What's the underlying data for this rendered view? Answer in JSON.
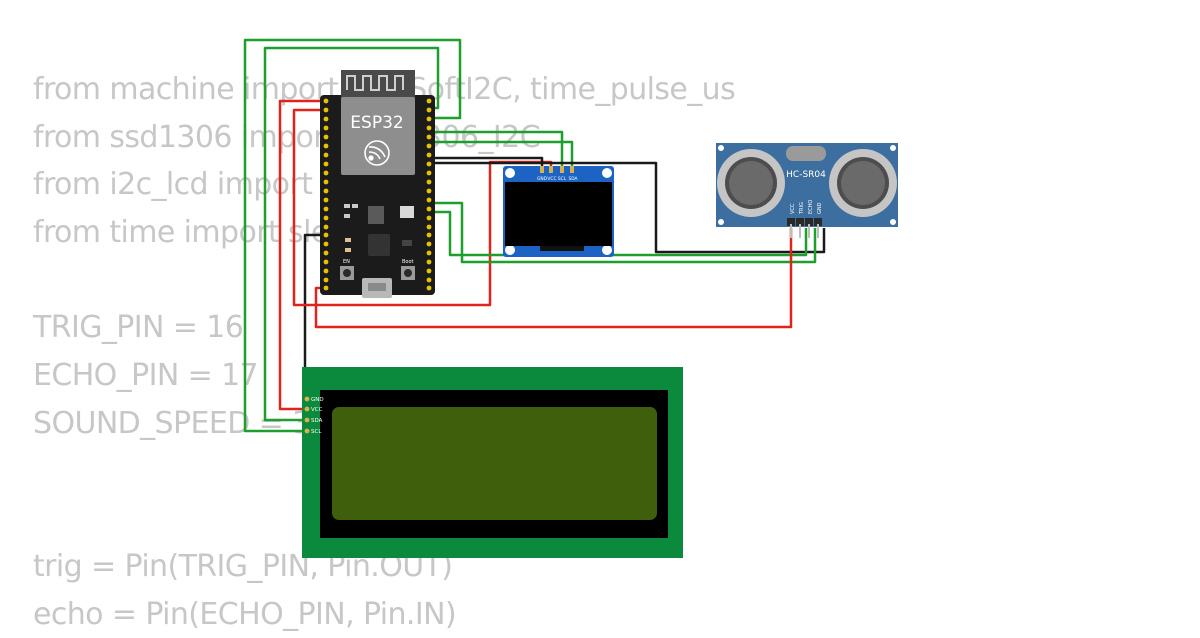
{
  "code_lines": [
    "from machine import Pin, SoftI2C, time_pulse_us",
    "from ssd1306 import SSD1306_I2C",
    "from i2c_lcd import I2cLcd",
    "from time import sleep",
    "",
    "TRIG_PIN = 16",
    "ECHO_PIN = 17",
    "SOUND_SPEED = 340",
    "",
    "",
    "trig = Pin(TRIG_PIN, Pin.OUT)",
    "echo = Pin(ECHO_PIN, Pin.IN)"
  ],
  "esp32": {
    "label": "ESP32",
    "btn_en": "EN",
    "btn_boot": "Boot"
  },
  "oled": {
    "pins": [
      "GND",
      "VCC",
      "SCL",
      "SDA"
    ]
  },
  "sonar": {
    "label": "HC-SR04",
    "pins": [
      "VCC",
      "TRIG",
      "ECHO",
      "GND"
    ]
  },
  "lcd": {
    "pins": [
      "GND",
      "VCC",
      "SDA",
      "SCL"
    ]
  },
  "colors": {
    "wire_green": "#1e9e2c",
    "wire_red": "#e0241c",
    "wire_black": "#1a1a1a",
    "lcd_pcb": "#0b8a3e",
    "lcd_screen": "#3f5f0c",
    "oled_pcb": "#1d63c4",
    "sonar_pcb": "#3c6f9f"
  }
}
